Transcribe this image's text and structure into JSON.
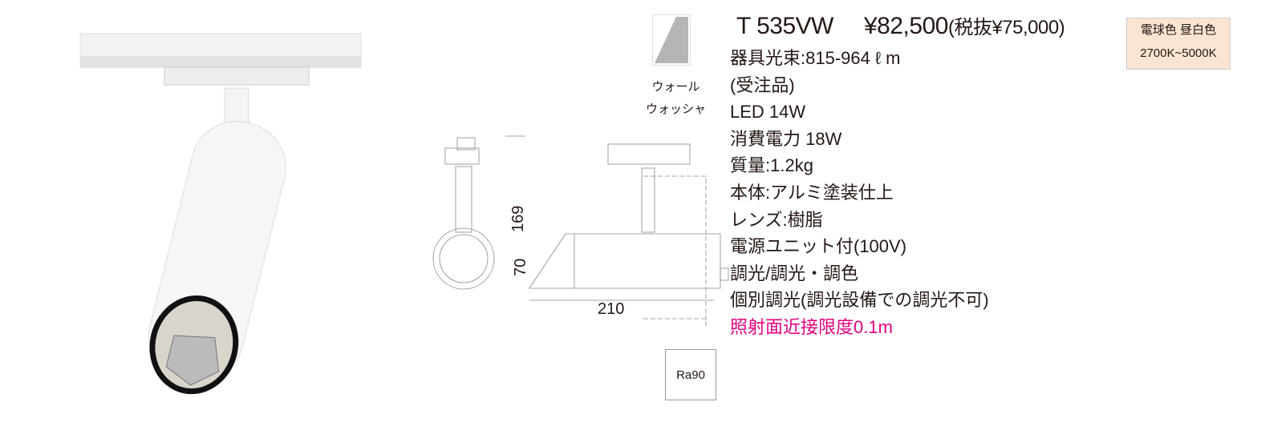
{
  "product": {
    "model": "T 535VW",
    "price": "¥82,500",
    "price_ex_tax": "(税抜¥75,000)"
  },
  "color_badge": {
    "line1": "電球色 昼白色",
    "line2": "2700K~5000K"
  },
  "distribution": {
    "label_line1": "ウォール",
    "label_line2": "ウォッシャ"
  },
  "specs": [
    "器具光束:815-964 ℓ m",
    "(受注品)",
    "LED 14W",
    "消費電力 18W",
    "質量:1.2kg",
    "本体:アルミ塗装仕上",
    "レンズ:樹脂",
    "電源ユニット付(100V)",
    "調光/調光・調色",
    "個別調光(調光設備での調光不可)"
  ],
  "warning": "照射面近接限度0.1m",
  "dimensions": {
    "height": "169",
    "body": "70",
    "length": "210"
  },
  "ra": "Ra90",
  "colors": {
    "warning": "#e4007f",
    "badge_bg": "#fbe5d2"
  }
}
